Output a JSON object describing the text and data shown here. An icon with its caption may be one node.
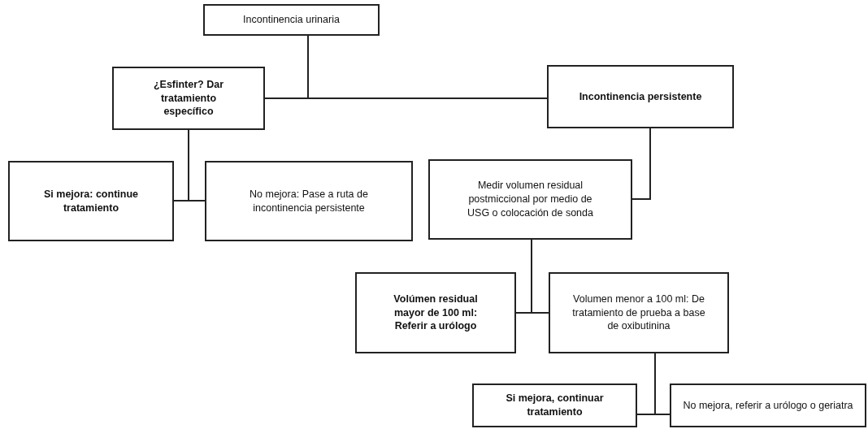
{
  "diagram": {
    "nodes": [
      {
        "text": [
          "Incontinencia urinaria"
        ]
      },
      {
        "text": [
          "¿Esfinter? Dar tratamiento específico"
        ]
      },
      {
        "text": [
          "Incontinencia persistente"
        ]
      },
      {
        "text": [
          "Si mejora: continue tratamiento"
        ]
      },
      {
        "text": [
          "No mejora: Pase a ruta de incontinencia persistente"
        ]
      },
      {
        "text": [
          "Medir volumen residual postmiccional por medio de USG o colocación de sonda"
        ]
      },
      {
        "text": [
          "Volúmen residual mayor de 100 ml: Referir a urólogo"
        ]
      },
      {
        "text": [
          "Volumen menor a 100 ml: De tratamiento de prueba a base de oxibutinina"
        ]
      },
      {
        "text": [
          "Si mejora, continuar tratamiento"
        ]
      },
      {
        "text": [
          "No mejora, referir a urólogo o geriatra"
        ]
      }
    ],
    "edges": [
      {
        "from": 0,
        "to": 1,
        "arrow": "none"
      },
      {
        "from": 0,
        "to": 2,
        "arrow": "none"
      },
      {
        "from": 1,
        "to": 3,
        "arrow": "none"
      },
      {
        "from": 1,
        "to": 4,
        "arrow": "none"
      },
      {
        "from": 2,
        "to": 5,
        "arrow": "none"
      },
      {
        "from": 5,
        "to": 6,
        "arrow": "none"
      },
      {
        "from": 5,
        "to": 7,
        "arrow": "none"
      },
      {
        "from": 7,
        "to": 8,
        "arrow": "none"
      },
      {
        "from": 7,
        "to": 9,
        "arrow": "none"
      }
    ]
  }
}
